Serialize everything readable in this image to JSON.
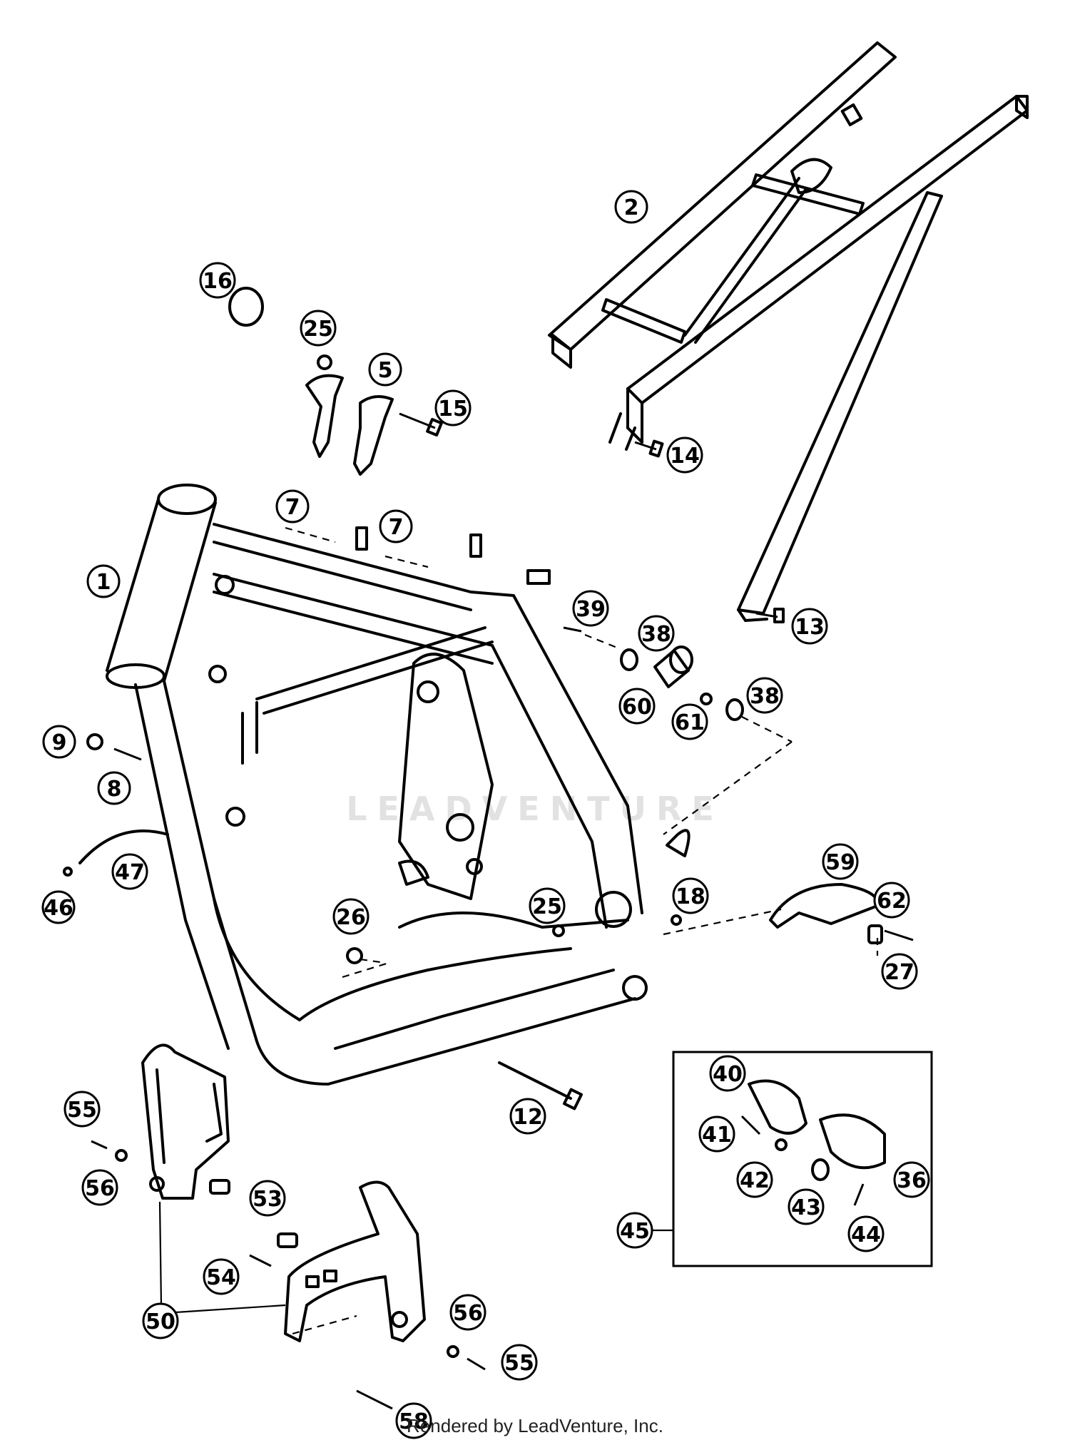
{
  "watermark": "LEADVENTURE",
  "footer": "Rendered by LeadVenture, Inc.",
  "callouts": [
    {
      "id": "c1",
      "label": "1"
    },
    {
      "id": "c2",
      "label": "2"
    },
    {
      "id": "c5",
      "label": "5"
    },
    {
      "id": "c7a",
      "label": "7"
    },
    {
      "id": "c7b",
      "label": "7"
    },
    {
      "id": "c8",
      "label": "8"
    },
    {
      "id": "c9",
      "label": "9"
    },
    {
      "id": "c12",
      "label": "12"
    },
    {
      "id": "c13",
      "label": "13"
    },
    {
      "id": "c14",
      "label": "14"
    },
    {
      "id": "c15",
      "label": "15"
    },
    {
      "id": "c16",
      "label": "16"
    },
    {
      "id": "c18",
      "label": "18"
    },
    {
      "id": "c25a",
      "label": "25"
    },
    {
      "id": "c25b",
      "label": "25"
    },
    {
      "id": "c26",
      "label": "26"
    },
    {
      "id": "c27",
      "label": "27"
    },
    {
      "id": "c36",
      "label": "36"
    },
    {
      "id": "c38a",
      "label": "38"
    },
    {
      "id": "c38b",
      "label": "38"
    },
    {
      "id": "c39",
      "label": "39"
    },
    {
      "id": "c40",
      "label": "40"
    },
    {
      "id": "c41",
      "label": "41"
    },
    {
      "id": "c42",
      "label": "42"
    },
    {
      "id": "c43",
      "label": "43"
    },
    {
      "id": "c44",
      "label": "44"
    },
    {
      "id": "c45",
      "label": "45"
    },
    {
      "id": "c46",
      "label": "46"
    },
    {
      "id": "c47",
      "label": "47"
    },
    {
      "id": "c50",
      "label": "50"
    },
    {
      "id": "c53",
      "label": "53"
    },
    {
      "id": "c54",
      "label": "54"
    },
    {
      "id": "c55a",
      "label": "55"
    },
    {
      "id": "c55b",
      "label": "55"
    },
    {
      "id": "c56a",
      "label": "56"
    },
    {
      "id": "c56b",
      "label": "56"
    },
    {
      "id": "c58",
      "label": "58"
    },
    {
      "id": "c59",
      "label": "59"
    },
    {
      "id": "c60",
      "label": "60"
    },
    {
      "id": "c61",
      "label": "61"
    },
    {
      "id": "c62",
      "label": "62"
    }
  ]
}
